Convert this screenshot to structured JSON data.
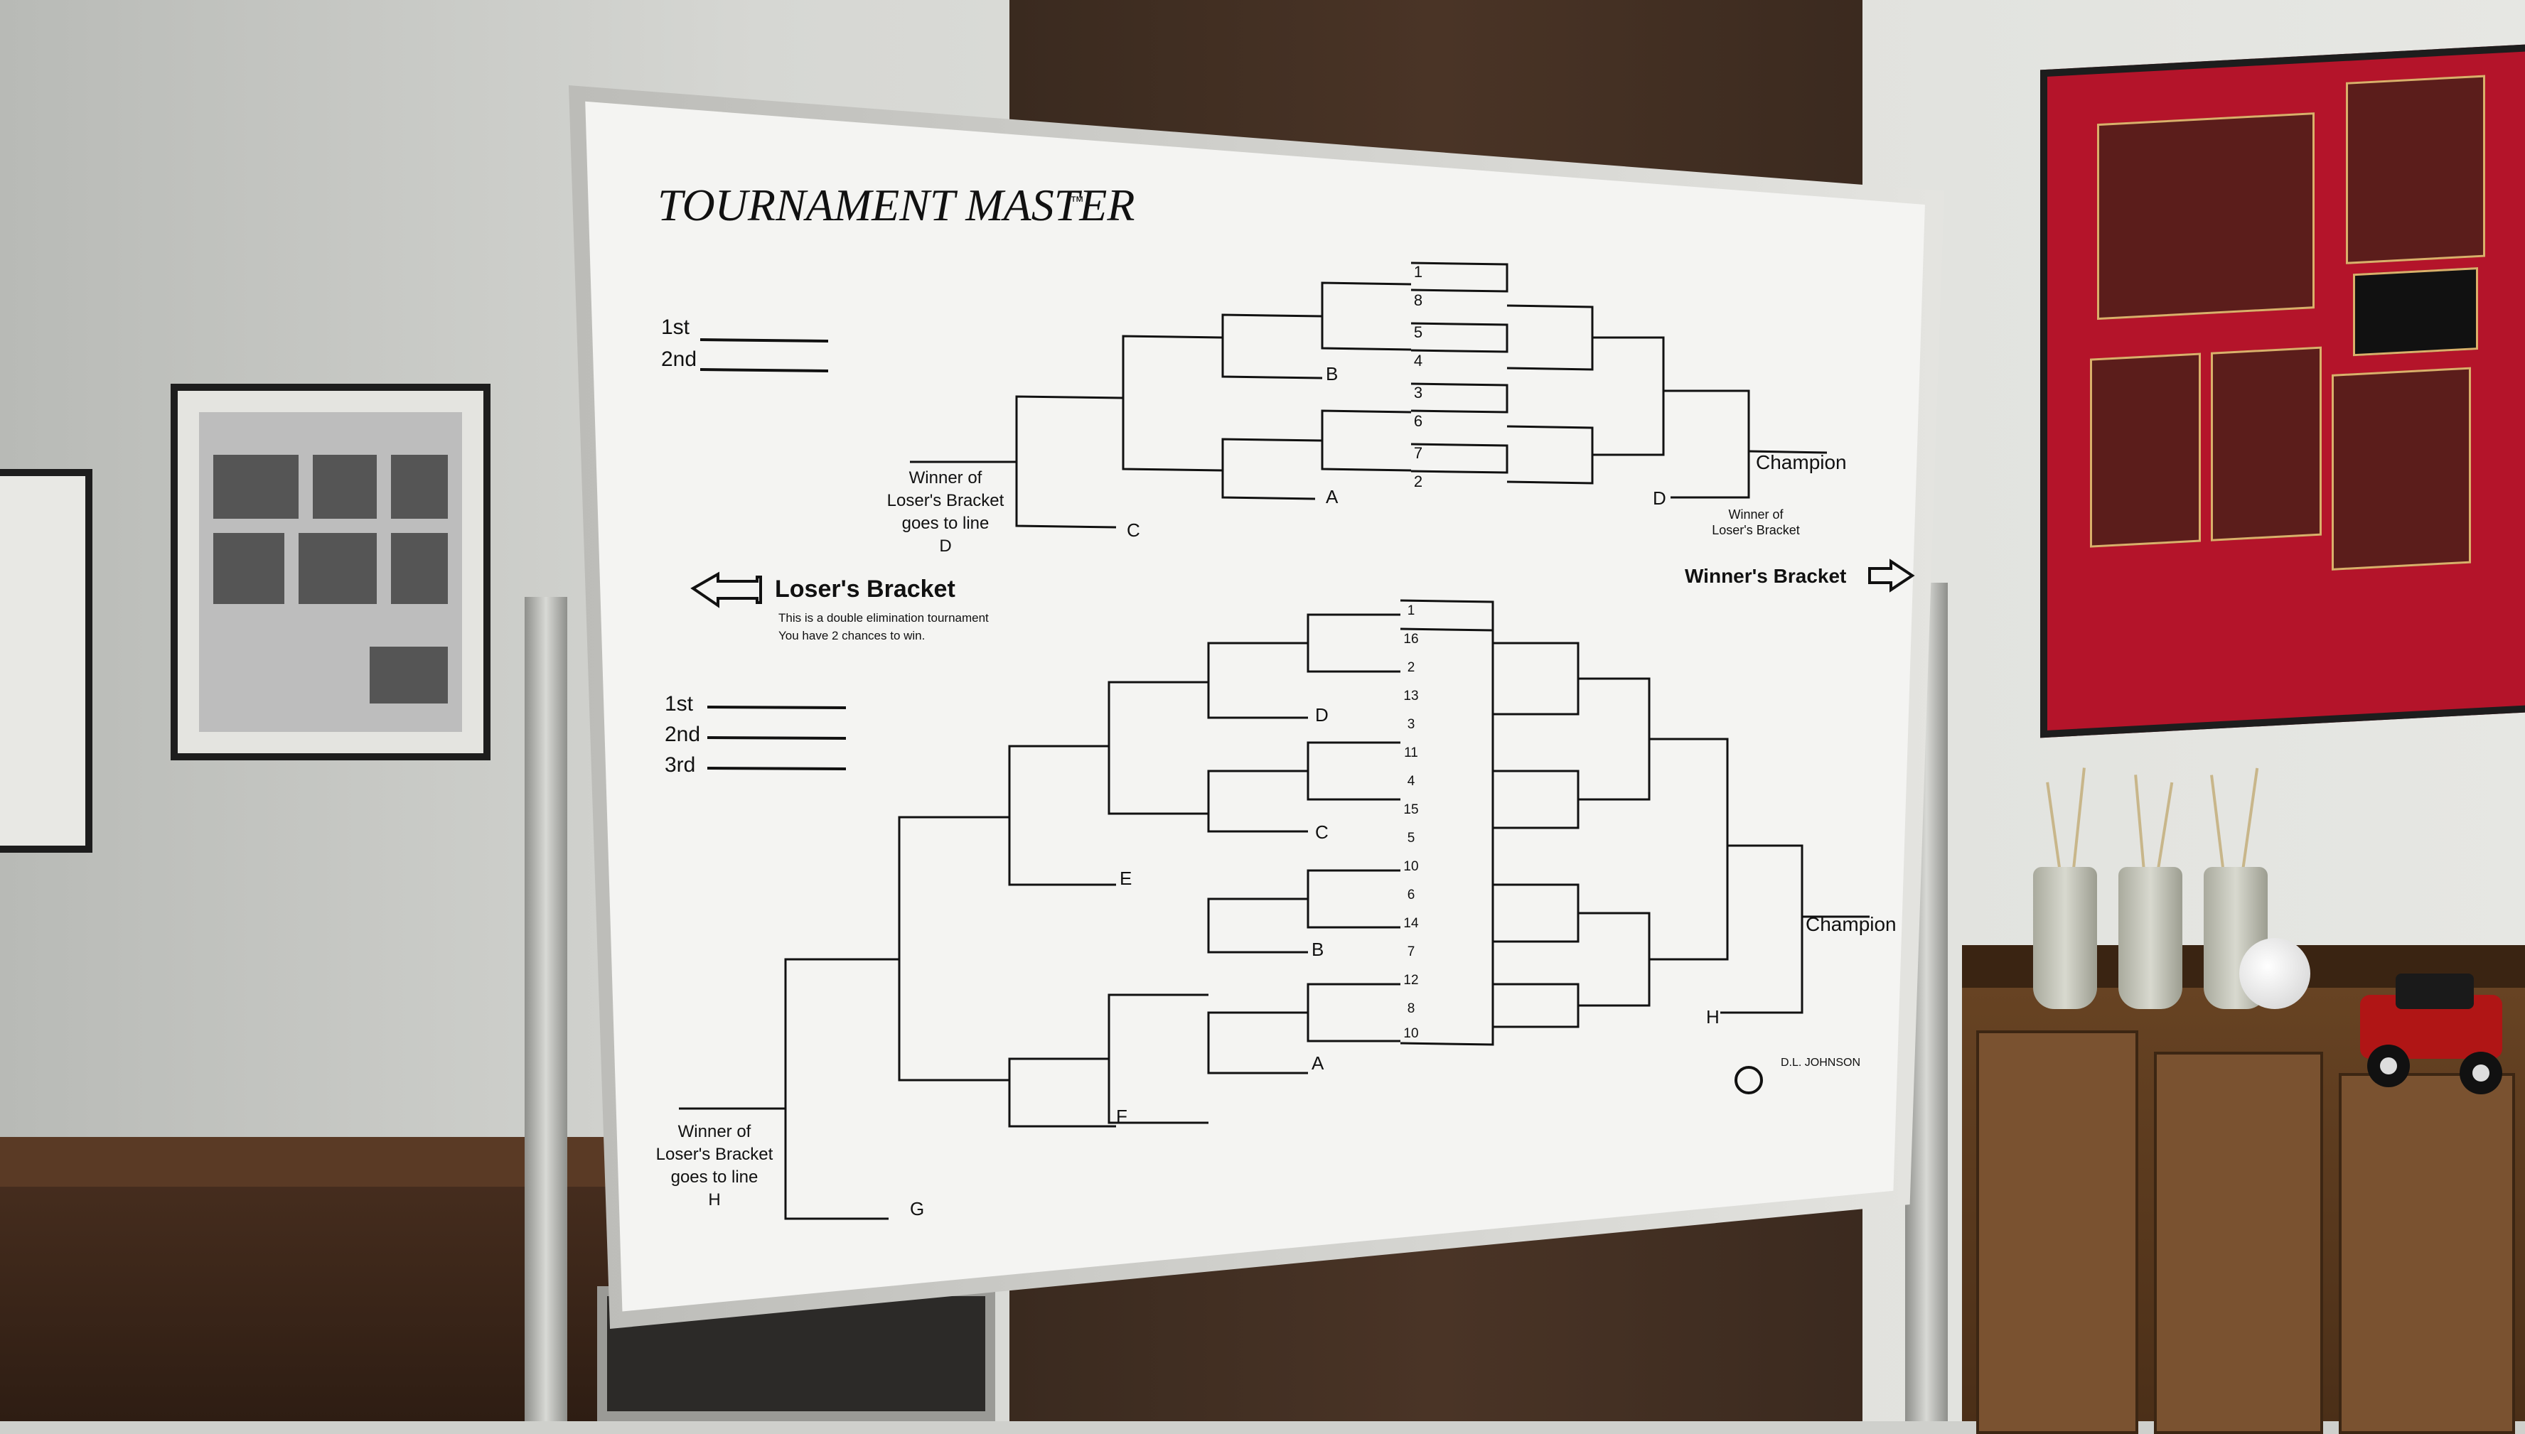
{
  "board": {
    "title": "TOURNAMENT MASTER",
    "trademark": "™",
    "top_places": {
      "first": "1st",
      "second": "2nd"
    },
    "bottom_places": {
      "first": "1st",
      "second": "2nd",
      "third": "3rd"
    },
    "losers_bracket": {
      "label": "Loser's Bracket",
      "description_line1": "This is a double elimination tournament",
      "description_line2": "You have 2 chances to win."
    },
    "winners_bracket": {
      "label": "Winner's Bracket"
    },
    "top_winner_note": [
      "Winner of",
      "Loser's Bracket",
      "goes to line",
      "D"
    ],
    "bottom_winner_note": [
      "Winner of",
      "Loser's Bracket",
      "goes to line",
      "H"
    ],
    "top_champion": "Champion",
    "bottom_champion": "Champion",
    "top_letters": {
      "b": "B",
      "a": "A",
      "c": "C",
      "d": "D"
    },
    "bottom_letters": {
      "d": "D",
      "c": "C",
      "e": "E",
      "b": "B",
      "a": "A",
      "f": "F",
      "g": "G",
      "h": "H"
    },
    "top_seeds": [
      "1",
      "8",
      "5",
      "4",
      "3",
      "6",
      "7",
      "2"
    ],
    "bottom_seeds": [
      "1",
      "16",
      "2",
      "13",
      "3",
      "11",
      "4",
      "15",
      "5",
      "10",
      "6",
      "14",
      "7",
      "12",
      "8",
      "10"
    ],
    "top_winner_loser_note": [
      "Winner of",
      "Loser's Bracket"
    ],
    "logo_text": "D.L. JOHNSON"
  }
}
